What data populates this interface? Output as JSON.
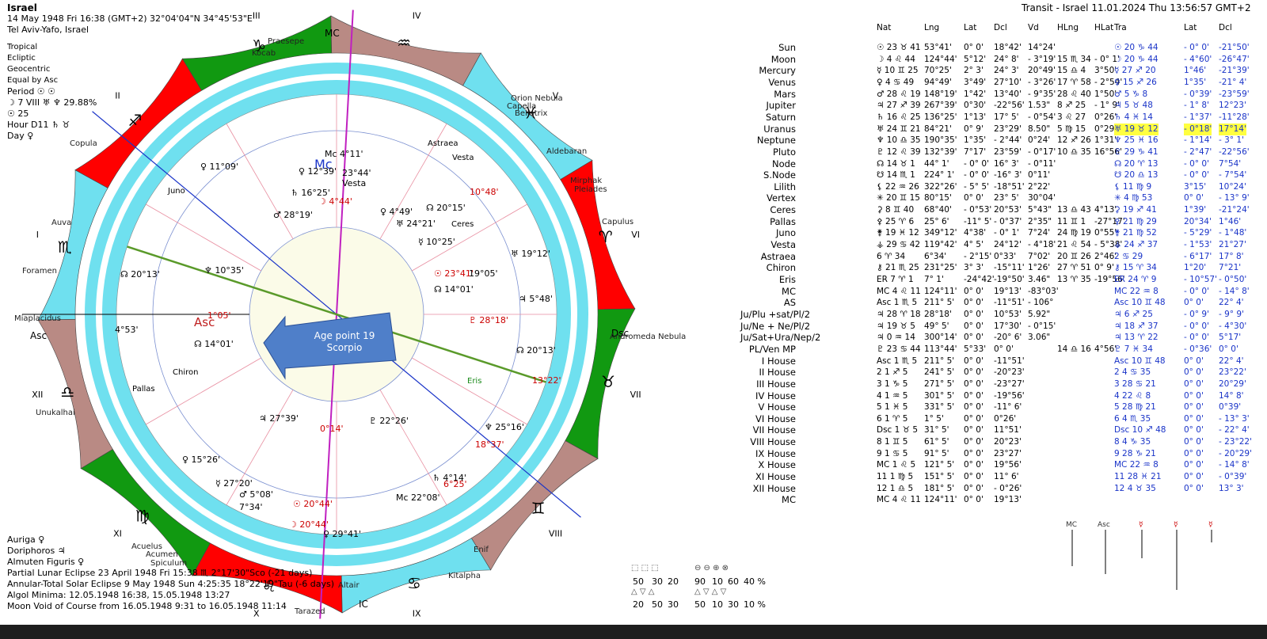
{
  "header": {
    "title": "Israel",
    "datetime": "14 May 1948  Fri  16:38 (GMT+2) 32°04'04\"N  34°45'53\"E",
    "place": "Tel Aviv-Yafo, Israel",
    "settings": [
      "Tropical",
      "Ecliptic",
      "Geocentric",
      "Equal by Asc"
    ],
    "period_label": "Period ☉ ☉",
    "age_line": "☽ 7 VIII ♅ ♆ 29.88%",
    "sun_line": "☉ 25",
    "hour_line": "Hour D11 ♄ ♉",
    "day_line": "Day ♀",
    "transit_title": "Transit - Israel 11.01.2024  Thu 13:56:57 GMT+2"
  },
  "wheel": {
    "age_point_label": "Age point 19 Scorpio",
    "houses": [
      "I",
      "II",
      "III",
      "IV",
      "V",
      "VI",
      "VII",
      "VIII",
      "IX",
      "X",
      "XI",
      "XII"
    ],
    "sign_glyphs": [
      "♈",
      "♉",
      "♊",
      "♋",
      "♌",
      "♍",
      "♎",
      "♏",
      "♐",
      "♑",
      "♒",
      "♓"
    ],
    "axis_labels": {
      "mc": "MC",
      "ic": "IC",
      "asc": "Asc",
      "dsc": "Dsc",
      "mc_inner": "Mc",
      "asc_inner": "Asc"
    },
    "fixed_stars": [
      "Praesepe",
      "Kocab",
      "Orion Nebula",
      "Capella",
      "Bellatrix",
      "Aldebaran",
      "Mirphak",
      "Pleiades",
      "Capulus",
      "Andromeda Nebula",
      "Copula",
      "Auva",
      "Foramen",
      "Miaplacidus",
      "Unukalhai",
      "Acuelus",
      "Acumen",
      "Spiculum",
      "Altair",
      "Kitalpha",
      "Enif",
      "Tarazed"
    ],
    "natal_positions": [
      {
        "glyph": "♀",
        "label": "11°09'"
      },
      {
        "glyph": "♀",
        "label": "12°39'"
      },
      {
        "glyph": "",
        "label": "23°44'"
      },
      {
        "glyph": "",
        "label": "Vesta"
      },
      {
        "glyph": "♄",
        "label": "16°25'"
      },
      {
        "glyph": "☽",
        "label": "4°44'"
      },
      {
        "glyph": "♂",
        "label": "28°19'"
      },
      {
        "glyph": "♀",
        "label": "4°49'"
      },
      {
        "glyph": "♅",
        "label": "24°21'"
      },
      {
        "glyph": "☊",
        "label": "20°15'"
      },
      {
        "glyph": "☿",
        "label": "10°25'"
      },
      {
        "glyph": "♆",
        "label": "10°35'"
      },
      {
        "glyph": "☊",
        "label": "20°13'"
      },
      {
        "glyph": "☉",
        "label": "23°41'"
      },
      {
        "glyph": "",
        "label": "19°05'"
      },
      {
        "glyph": "♅",
        "label": "19°12'"
      },
      {
        "glyph": "☊",
        "label": "14°01'"
      },
      {
        "glyph": "♃",
        "label": "5°48'"
      },
      {
        "glyph": "♇",
        "label": "28°18'"
      },
      {
        "glyph": "☊",
        "label": "14°01'"
      },
      {
        "glyph": "☊",
        "label": "20°13'"
      },
      {
        "glyph": "",
        "label": "13°22'"
      },
      {
        "glyph": "♃",
        "label": "27°39'"
      },
      {
        "glyph": "♇",
        "label": "22°26'"
      },
      {
        "glyph": "",
        "label": "0°14'"
      },
      {
        "glyph": "♆",
        "label": "25°16'"
      },
      {
        "glyph": "",
        "label": "18°37'"
      },
      {
        "glyph": "♀",
        "label": "15°26'"
      },
      {
        "glyph": "☿",
        "label": "27°20'"
      },
      {
        "glyph": "♂",
        "label": "5°08'"
      },
      {
        "glyph": "",
        "label": "7°34'"
      },
      {
        "glyph": "☉",
        "label": "20°44'"
      },
      {
        "glyph": "☽",
        "label": "20°44'"
      },
      {
        "glyph": "♀",
        "label": "29°41'"
      },
      {
        "glyph": "♄",
        "label": "4°14'"
      },
      {
        "glyph": "",
        "label": "6°25'"
      },
      {
        "glyph": "Mc",
        "label": "22°08'"
      },
      {
        "glyph": "Mc",
        "label": "4°11'"
      },
      {
        "glyph": "",
        "label": "10°48'"
      },
      {
        "glyph": "",
        "label": "1°05'"
      },
      {
        "glyph": "",
        "label": "4°53'"
      }
    ],
    "asteroid_labels": [
      "Juno",
      "Astraea",
      "Vesta",
      "Ceres",
      "Chiron",
      "Pallas",
      "Eris"
    ]
  },
  "table": {
    "col_headers": {
      "nat": "Nat",
      "lng": "Lng",
      "lat": "Lat",
      "dcl": "Dcl",
      "vd": "Vd",
      "hlng": "HLng",
      "hlat": "HLat",
      "tra": "Tra",
      "tlat": "Lat",
      "tdcl": "Dcl"
    },
    "rows": [
      {
        "name": "Sun",
        "nat": "☉ 23 ♉ 41",
        "lng": "53°41'",
        "lat": "0° 0'",
        "dcl": "18°42'",
        "vd": "14°24'",
        "hlng": "",
        "hlat": "",
        "tra": "☉ 20 ♑ 44",
        "tlat": "- 0° 0'",
        "tdcl": "-21°50'"
      },
      {
        "name": "Moon",
        "nat": "☽ 4 ♌ 44",
        "lng": "124°44'",
        "lat": "5°12'",
        "dcl": "24° 8'",
        "vd": "- 3°19'",
        "hlng": "15 ♏ 34",
        "hlat": "- 0° 1'",
        "tra": "☽ 20 ♑ 44",
        "tlat": "- 4°60'",
        "tdcl": "-26°47'"
      },
      {
        "name": "Mercury",
        "nat": "☿ 10 ♊ 25",
        "lng": "70°25'",
        "lat": "2° 3'",
        "dcl": "24° 3'",
        "vd": "20°49'",
        "hlng": "15 ♎ 4",
        "hlat": "3°50'",
        "tra": "☿ 27 ♐ 20",
        "tlat": "1°46'",
        "tdcl": "-21°39'"
      },
      {
        "name": "Venus",
        "nat": "♀ 4 ♋ 49",
        "lng": "94°49'",
        "lat": "3°49'",
        "dcl": "27°10'",
        "vd": "- 3°26'",
        "hlng": "17 ♈ 58",
        "hlat": "- 2°54'",
        "tra": "♀ 15 ♐ 26",
        "tlat": "1°35'",
        "tdcl": "-21° 4'"
      },
      {
        "name": "Mars",
        "nat": "♂ 28 ♌ 19",
        "lng": "148°19'",
        "lat": "1°42'",
        "dcl": "13°40'",
        "vd": "- 9°35'",
        "hlng": "28 ♌ 40",
        "hlat": "1°50'",
        "tra": "♂ 5 ♑ 8",
        "tlat": "- 0°39'",
        "tdcl": "-23°59'"
      },
      {
        "name": "Jupiter",
        "nat": "♃ 27 ♐ 39",
        "lng": "267°39'",
        "lat": "0°30'",
        "dcl": "-22°56'",
        "vd": "1.53\"",
        "hlng": "8 ♐ 25",
        "hlat": "- 1° 9'",
        "tra": "♃ 5 ♉ 48",
        "tlat": "- 1° 8'",
        "tdcl": "12°23'"
      },
      {
        "name": "Saturn",
        "nat": "♄ 16 ♌ 25",
        "lng": "136°25'",
        "lat": "1°13'",
        "dcl": "17° 5'",
        "vd": "- 0°54'",
        "hlng": "3 ♌ 27",
        "hlat": "0°26'",
        "tra": "♄ 4 ♓ 14",
        "tlat": "- 1°37'",
        "tdcl": "-11°28'"
      },
      {
        "name": "Uranus",
        "nat": "♅ 24 ♊ 21",
        "lng": "84°21'",
        "lat": "0° 9'",
        "dcl": "23°29'",
        "vd": "8.50\"",
        "hlng": "5 ♍ 15",
        "hlat": "0°29'",
        "tra": "♅ 19 ♉ 12",
        "tlat": "- 0°18'",
        "tdcl": "17°14'"
      },
      {
        "name": "Neptune",
        "nat": "♆ 10 ♎ 35",
        "lng": "190°35'",
        "lat": "1°35'",
        "dcl": "- 2°44'",
        "vd": "0°24'",
        "hlng": "12 ♐ 26",
        "hlat": "1°31'",
        "tra": "♆ 25 ♓ 16",
        "tlat": "- 1°14'",
        "tdcl": "- 3° 1'"
      },
      {
        "name": "Pluto",
        "nat": "♇ 12 ♌ 39",
        "lng": "132°39'",
        "lat": "7°17'",
        "dcl": "23°59'",
        "vd": "- 0°17'",
        "hlng": "10 ♎ 35",
        "hlat": "16°56'",
        "tra": "♇ 29 ♑ 41",
        "tlat": "- 2°47'",
        "tdcl": "-22°56'"
      },
      {
        "name": "Node",
        "nat": "☊ 14 ♉ 1",
        "lng": "44° 1'",
        "lat": "- 0° 0'",
        "dcl": "16° 3'",
        "vd": "- 0°11'",
        "hlng": "",
        "hlat": "",
        "tra": "☊ 20 ♈ 13",
        "tlat": "- 0° 0'",
        "tdcl": "7°54'"
      },
      {
        "name": "S.Node",
        "nat": "☋ 14 ♏ 1",
        "lng": "224° 1'",
        "lat": "- 0° 0'",
        "dcl": "-16° 3'",
        "vd": "0°11'",
        "hlng": "",
        "hlat": "",
        "tra": "☋ 20 ♎ 13",
        "tlat": "- 0° 0'",
        "tdcl": "- 7°54'"
      },
      {
        "name": "Lilith",
        "nat": "⚸ 22 ♒ 26",
        "lng": "322°26'",
        "lat": "- 5° 5'",
        "dcl": "-18°51'",
        "vd": "2°22'",
        "hlng": "",
        "hlat": "",
        "tra": "⚸ 11 ♍ 9",
        "tlat": "3°15'",
        "tdcl": "10°24'"
      },
      {
        "name": "Vertex",
        "nat": "✳ 20 ♊ 15",
        "lng": "80°15'",
        "lat": "0° 0'",
        "dcl": "23° 5'",
        "vd": "30°04'",
        "hlng": "",
        "hlat": "",
        "tra": "✳ 4 ♍ 53",
        "tlat": "0° 0'",
        "tdcl": "- 13° 9'"
      },
      {
        "name": "Ceres",
        "nat": "⚳ 8 ♊ 40",
        "lng": "68°40'",
        "lat": "- 0°53'",
        "dcl": "20°53'",
        "vd": "5°43\"",
        "hlng": "13 ♎ 43",
        "hlat": "4°13'",
        "tra": "⚳ 19 ♐ 41",
        "tlat": "1°39'",
        "tdcl": "-21°24'"
      },
      {
        "name": "Pallas",
        "nat": "⚴ 25 ♈ 6",
        "lng": "25° 6'",
        "lat": "-11° 5'",
        "dcl": "- 0°37'",
        "vd": "2°35\"",
        "hlng": "11 ♊ 1",
        "hlat": "-27°17'",
        "tra": "⚴ 21 ♍ 29",
        "tlat": "20°34'",
        "tdcl": "1°46'"
      },
      {
        "name": "Juno",
        "nat": "⚵ 19 ♓ 12",
        "lng": "349°12'",
        "lat": "4°38'",
        "dcl": "- 0° 1'",
        "vd": "7°24'",
        "hlng": "24 ♍ 19",
        "hlat": "0°55'",
        "tra": "⚵ 21 ♍ 52",
        "tlat": "- 5°29'",
        "tdcl": "- 1°48'"
      },
      {
        "name": "Vesta",
        "nat": "⚶ 29 ♋ 42",
        "lng": "119°42'",
        "lat": "4° 5'",
        "dcl": "24°12'",
        "vd": "- 4°18'",
        "hlng": "21 ♌ 54",
        "hlat": "- 5°38'",
        "tra": "⚶ 24 ♐ 37",
        "tlat": "- 1°53'",
        "tdcl": "21°27'"
      },
      {
        "name": "Astraea",
        "nat": "6 ♈ 34",
        "lng": "6°34'",
        "lat": "- 2°15'",
        "dcl": "0°33'",
        "vd": "7°02'",
        "hlng": "20 ♊ 26",
        "hlat": "2°46'",
        "tra": "2 ♋ 29",
        "tlat": "- 6°17'",
        "tdcl": "17° 8'"
      },
      {
        "name": "Chiron",
        "nat": "⚷ 21 ♏ 25",
        "lng": "231°25'",
        "lat": "3° 3'",
        "dcl": "-15°11'",
        "vd": "1°26'",
        "hlng": "27 ♈ 51",
        "hlat": "0° 9'",
        "tra": "⚷ 15 ♈ 34",
        "tlat": "1°20'",
        "tdcl": "7°21'"
      },
      {
        "name": "Eris",
        "nat": "ER 7 ♈ 1",
        "lng": "7° 1'",
        "lat": "-24°42'",
        "dcl": "-19°50'",
        "vd": "3.46\"",
        "hlng": "13 ♈ 35",
        "hlat": "-19°56'",
        "tra": "ER 24 ♈ 9",
        "tlat": "- 10°57'",
        "tdcl": "- 0°50'"
      },
      {
        "name": "MC",
        "nat": "MC 4 ♌ 11",
        "lng": "124°11'",
        "lat": "0° 0'",
        "dcl": "19°13'",
        "vd": "-83°03'",
        "hlng": "",
        "hlat": "",
        "tra": "MC 22 ♒ 8",
        "tlat": "- 0° 0'",
        "tdcl": "- 14° 8'"
      },
      {
        "name": "AS",
        "nat": "Asc 1 ♏ 5",
        "lng": "211° 5'",
        "lat": "0° 0'",
        "dcl": "-11°51'",
        "vd": "- 106°",
        "hlng": "",
        "hlat": "",
        "tra": "Asc 10 ♊ 48",
        "tlat": "0° 0'",
        "tdcl": "22° 4'"
      },
      {
        "name": "Ju/Plu +sat/Pl/2",
        "nat": "♃ 28 ♈ 18",
        "lng": "28°18'",
        "lat": "0° 0'",
        "dcl": "10°53'",
        "vd": "5.92\"",
        "hlng": "",
        "hlat": "",
        "tra": "♃ 6 ♐ 25",
        "tlat": "- 0° 9'",
        "tdcl": "- 9° 9'"
      },
      {
        "name": "Ju/Ne + Ne/Pl/2",
        "nat": "♃ 19 ♉ 5",
        "lng": "49° 5'",
        "lat": "0° 0'",
        "dcl": "17°30'",
        "vd": "- 0°15'",
        "hlng": "",
        "hlat": "",
        "tra": "♃ 18 ♐ 37",
        "tlat": "- 0° 0'",
        "tdcl": "- 4°30'"
      },
      {
        "name": "Ju/Sat+Ura/Nep/2",
        "nat": "♃ 0 ♒ 14",
        "lng": "300°14'",
        "lat": "0° 0'",
        "dcl": "-20° 6'",
        "vd": "3.06\"",
        "hlng": "",
        "hlat": "",
        "tra": "♃ 13 ♈ 22",
        "tlat": "- 0° 0'",
        "tdcl": "5°17'"
      },
      {
        "name": "PL/Ven MP",
        "nat": "♇ 23 ♋ 44",
        "lng": "113°44'",
        "lat": "5°33'",
        "dcl": "0° 0'",
        "vd": "",
        "hlng": "14 ♎ 16",
        "hlat": "4°56'",
        "tra": "♇ 7 ♓ 34",
        "tlat": "- 0°36'",
        "tdcl": "0° 0'"
      },
      {
        "name": "I House",
        "nat": "Asc 1 ♏ 5",
        "lng": "211° 5'",
        "lat": "0° 0'",
        "dcl": "-11°51'",
        "vd": "",
        "hlng": "",
        "hlat": "",
        "tra": "Asc 10 ♊ 48",
        "tlat": "0° 0'",
        "tdcl": "22° 4'"
      },
      {
        "name": "II House",
        "nat": "2 1 ♐ 5",
        "lng": "241° 5'",
        "lat": "0° 0'",
        "dcl": "-20°23'",
        "vd": "",
        "hlng": "",
        "hlat": "",
        "tra": "2 4 ♋ 35",
        "tlat": "0° 0'",
        "tdcl": "23°22'"
      },
      {
        "name": "III House",
        "nat": "3 1 ♑ 5",
        "lng": "271° 5'",
        "lat": "0° 0'",
        "dcl": "-23°27'",
        "vd": "",
        "hlng": "",
        "hlat": "",
        "tra": "3 28 ♋ 21",
        "tlat": "0° 0'",
        "tdcl": "20°29'"
      },
      {
        "name": "IV House",
        "nat": "4 1 ♒ 5",
        "lng": "301° 5'",
        "lat": "0° 0'",
        "dcl": "-19°56'",
        "vd": "",
        "hlng": "",
        "hlat": "",
        "tra": "4 22 ♌ 8",
        "tlat": "0° 0'",
        "tdcl": "14° 8'"
      },
      {
        "name": "V House",
        "nat": "5 1 ♓ 5",
        "lng": "331° 5'",
        "lat": "0° 0'",
        "dcl": "-11° 6'",
        "vd": "",
        "hlng": "",
        "hlat": "",
        "tra": "5 28 ♍ 21",
        "tlat": "0° 0'",
        "tdcl": "0°39'"
      },
      {
        "name": "VI House",
        "nat": "6 1 ♈ 5",
        "lng": "1° 5'",
        "lat": "0° 0'",
        "dcl": "0°26'",
        "vd": "",
        "hlng": "",
        "hlat": "",
        "tra": "6 4 ♏ 35",
        "tlat": "0° 0'",
        "tdcl": "- 13° 3'"
      },
      {
        "name": "VII House",
        "nat": "Dsc 1 ♉ 5",
        "lng": "31° 5'",
        "lat": "0° 0'",
        "dcl": "11°51'",
        "vd": "",
        "hlng": "",
        "hlat": "",
        "tra": "Dsc 10 ♐ 48",
        "tlat": "0° 0'",
        "tdcl": "- 22° 4'"
      },
      {
        "name": "VIII House",
        "nat": "8 1 ♊ 5",
        "lng": "61° 5'",
        "lat": "0° 0'",
        "dcl": "20°23'",
        "vd": "",
        "hlng": "",
        "hlat": "",
        "tra": "8 4 ♑ 35",
        "tlat": "0° 0'",
        "tdcl": "- 23°22'"
      },
      {
        "name": "IX House",
        "nat": "9 1 ♋ 5",
        "lng": "91° 5'",
        "lat": "0° 0'",
        "dcl": "23°27'",
        "vd": "",
        "hlng": "",
        "hlat": "",
        "tra": "9 28 ♑ 21",
        "tlat": "0° 0'",
        "tdcl": "- 20°29'"
      },
      {
        "name": "X House",
        "nat": "MC 1 ♌ 5",
        "lng": "121° 5'",
        "lat": "0° 0'",
        "dcl": "19°56'",
        "vd": "",
        "hlng": "",
        "hlat": "",
        "tra": "MC 22 ♒ 8",
        "tlat": "0° 0'",
        "tdcl": "- 14° 8'"
      },
      {
        "name": "XI House",
        "nat": "11 1 ♍ 5",
        "lng": "151° 5'",
        "lat": "0° 0'",
        "dcl": "11° 6'",
        "vd": "",
        "hlng": "",
        "hlat": "",
        "tra": "11 28 ♓ 21",
        "tlat": "0° 0'",
        "tdcl": "- 0°39'"
      },
      {
        "name": "XII House",
        "nat": "12 1 ♎ 5",
        "lng": "181° 5'",
        "lat": "0° 0'",
        "dcl": "- 0°26'",
        "vd": "",
        "hlng": "",
        "hlat": "",
        "tra": "12 4 ♉ 35",
        "tlat": "0° 0'",
        "tdcl": "13° 3'"
      },
      {
        "name": "MC",
        "nat": "MC 4 ♌ 11",
        "lng": "124°11'",
        "lat": "0° 0'",
        "dcl": "19°13'",
        "vd": "",
        "hlng": "",
        "hlat": "",
        "tra": "",
        "tlat": "",
        "tdcl": ""
      }
    ]
  },
  "footer": {
    "stars": [
      "Auriga ♀",
      "Doriphoros ♃",
      "Almuten Figuris ♀"
    ],
    "eclipse1": "Partial Lunar Eclipse 23 April 1948 Fri 15:38 ♏ 2°17'30\"Sco (-21 days)",
    "eclipse2": "Annular-Total Solar Eclipse 9 May 1948 Sun  4:25:35 18°22'19\"Tau (-6 days)",
    "algol": "Algol Minima: 12.05.1948 16:38,  15.05.1948 13:27",
    "void": "Moon Void of Course from 16.05.1948  9:31 to 16.05.1948 11:14",
    "balance_top": [
      "50",
      "30",
      "20"
    ],
    "balance_bottom": [
      "20",
      "50",
      "30"
    ],
    "balance_right_top": [
      "90",
      "10",
      "60",
      "40 %"
    ],
    "balance_right_bottom": [
      "50",
      "10",
      "30",
      "10 %"
    ]
  },
  "chart_data": {
    "type": "table",
    "title": "Israel",
    "natal_longitudes_deg": {
      "Sun": 53.68,
      "Moon": 124.73,
      "Mercury": 70.42,
      "Venus": 94.82,
      "Mars": 148.32,
      "Jupiter": 267.65,
      "Saturn": 136.42,
      "Uranus": 84.35,
      "Neptune": 190.58,
      "Pluto": 132.65,
      "Node": 44.02,
      "MC": 124.18,
      "Asc": 211.08
    },
    "transit_longitudes_deg": {
      "Sun": 290.73,
      "Moon": 290.73,
      "Mercury": 267.33,
      "Venus": 255.43,
      "Mars": 275.13,
      "Jupiter": 35.8,
      "Saturn": 334.23,
      "Uranus": 49.2,
      "Neptune": 355.27,
      "Pluto": 299.68
    },
    "age_point": "19 Scorpio"
  },
  "colors": {
    "fire": "#ff0000",
    "earth": "#119911",
    "air": "#b98a84",
    "water": "#6fe0ef",
    "aspect_green": "#5a9a2a",
    "age_arrow": "#4f7fc9",
    "sun_center": "#fbfbe8",
    "transit_blue": "#1a34c8"
  }
}
